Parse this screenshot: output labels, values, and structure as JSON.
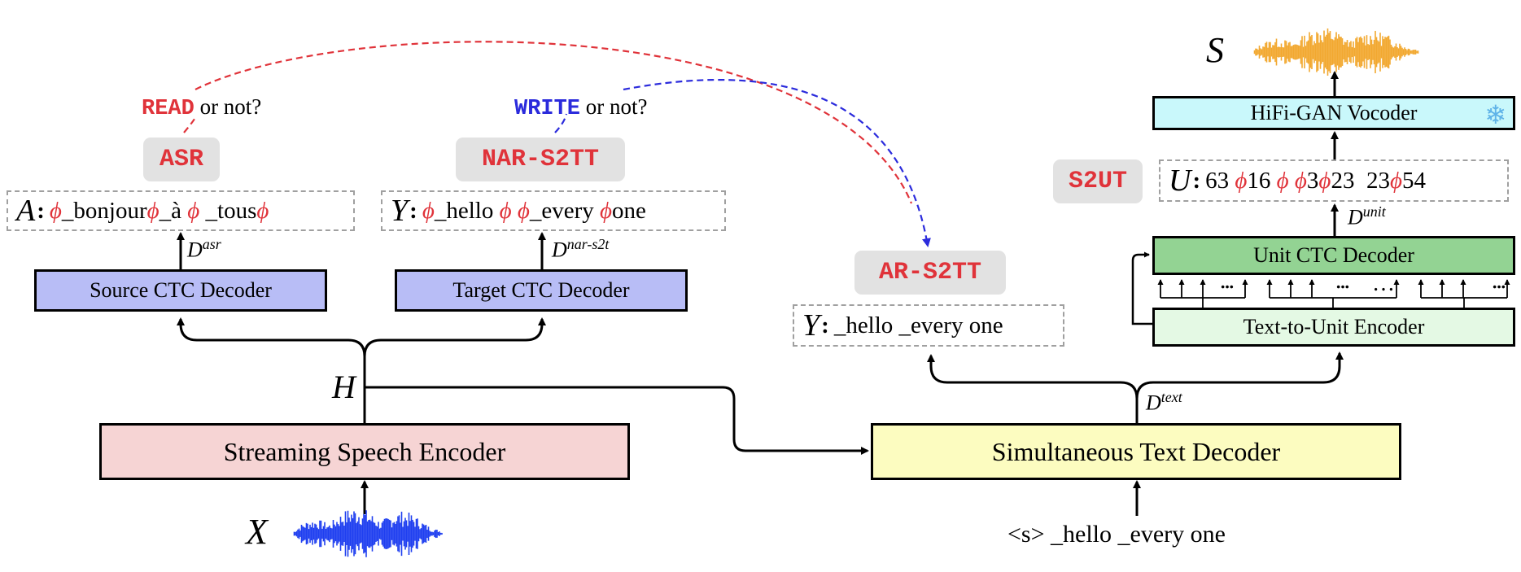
{
  "encoder": {
    "label": "Streaming Speech Encoder"
  },
  "text_decoder": {
    "label": "Simultaneous Text Decoder"
  },
  "source_ctc": {
    "label": "Source CTC Decoder"
  },
  "target_ctc": {
    "label": "Target CTC Decoder"
  },
  "unit_ctc": {
    "label": "Unit CTC Decoder"
  },
  "t2u_encoder": {
    "label": "Text-to-Unit Encoder"
  },
  "vocoder": {
    "label": "HiFi-GAN Vocoder",
    "frozen_icon": "❄"
  },
  "tags": {
    "asr": "ASR",
    "nar_s2tt": "NAR-S2TT",
    "ar_s2tt": "AR-S2TT",
    "s2ut": "S2UT"
  },
  "questions": {
    "read_kw": "READ",
    "read_rest": " or not?",
    "write_kw": "WRITE",
    "write_rest": " or not?"
  },
  "sequences": {
    "asr": {
      "var": "A",
      "tokens": [
        "ϕ",
        "_bonjour",
        "ϕ",
        "_à ",
        "ϕ",
        " _tous",
        "ϕ"
      ]
    },
    "nar": {
      "var": "Y",
      "tokens": [
        "ϕ",
        "_hello ",
        "ϕ",
        " ϕ",
        "_every ",
        "ϕ",
        "one"
      ]
    },
    "ar": {
      "var": "Y",
      "text": "_hello _every one"
    },
    "unit": {
      "var": "U",
      "tokens": [
        "63 ",
        "ϕ",
        "16 ",
        "ϕ",
        " ϕ",
        "3",
        "ϕ",
        "23  23",
        "ϕ",
        "54"
      ]
    }
  },
  "dlabels": {
    "asr": {
      "base": "D",
      "sup": "asr"
    },
    "nar": {
      "base": "D",
      "sup": "nar-s2t"
    },
    "unit": {
      "base": "D",
      "sup": "unit"
    },
    "text": {
      "base": "D",
      "sup": "text"
    }
  },
  "symbols": {
    "h": "H",
    "x": "X",
    "s": "S"
  },
  "decoder_input": "<s> _hello _every one",
  "dots": "…",
  "colors": {
    "red": "#e0333a",
    "blue": "#2b2bdc",
    "waveform_input": "#1f3ff0",
    "waveform_output": "#f2a830"
  }
}
